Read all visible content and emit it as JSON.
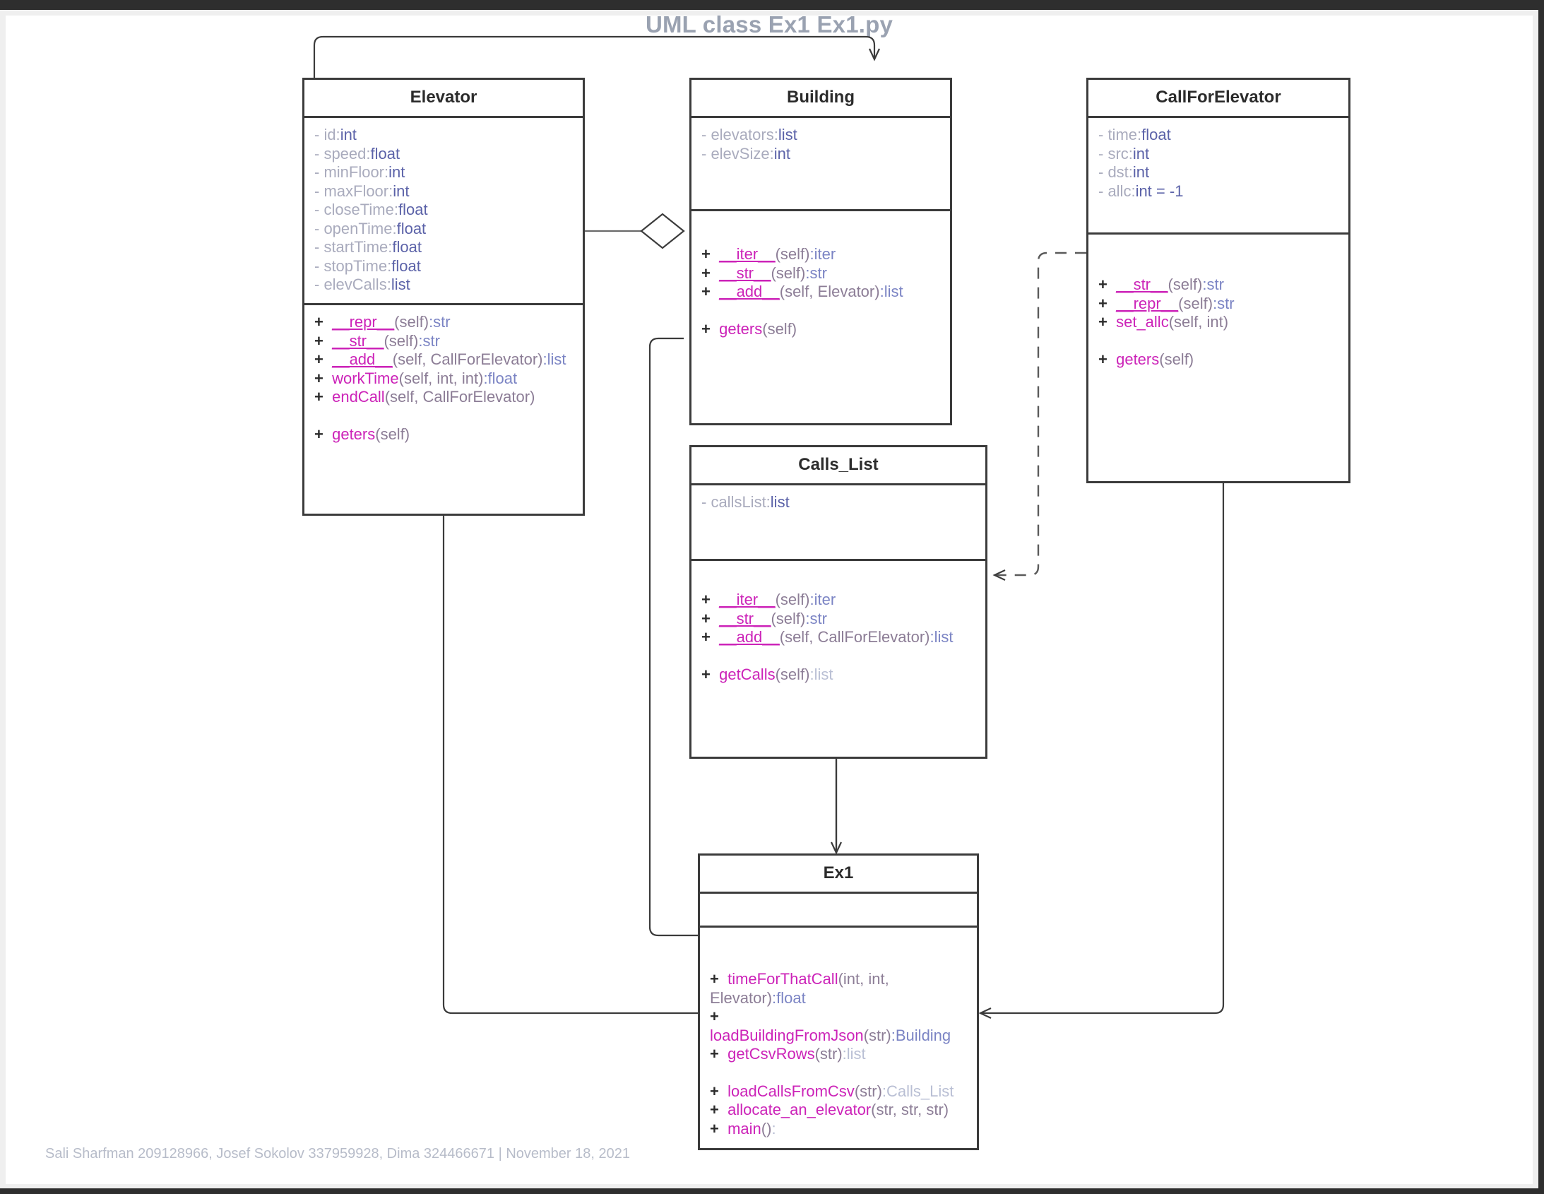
{
  "title": "UML class Ex1 Ex1.py",
  "footer": "Sali Sharfman 209128966, Josef Sokolov 337959928, Dima 324466671  |  November 18, 2021",
  "colors": {
    "frame": "#2e2e2e",
    "canvas": "#ffffff",
    "box_border": "#3b3b3b",
    "class_name": "#2b2b2b",
    "attr_name": "#a9abbd",
    "attr_type": "#5b62a8",
    "method_name": "#cc23b8",
    "method_params": "#8c7d96",
    "return_type": "#7b84c4",
    "return_type_light": "#b9bfd4",
    "title_text": "#9aa2b1",
    "footer_text": "#b7bcc9"
  },
  "classes": {
    "elevator": {
      "name": "Elevator",
      "attributes": [
        {
          "vis": "-",
          "name": "id",
          "type": "int"
        },
        {
          "vis": "-",
          "name": "speed",
          "type": "float"
        },
        {
          "vis": "-",
          "name": "minFloor",
          "type": "int"
        },
        {
          "vis": "-",
          "name": "maxFloor",
          "type": "int"
        },
        {
          "vis": "-",
          "name": "closeTime",
          "type": "float"
        },
        {
          "vis": "-",
          "name": "openTime",
          "type": "float"
        },
        {
          "vis": "-",
          "name": "startTime",
          "type": "float"
        },
        {
          "vis": "-",
          "name": "stopTime",
          "type": "float"
        },
        {
          "vis": "-",
          "name": "elevCalls",
          "type": "list"
        }
      ],
      "operations": [
        {
          "vis": "+",
          "name": "__repr__",
          "dunder": true,
          "params": "(self)",
          "ret": ":str"
        },
        {
          "vis": "+",
          "name": "__str__",
          "dunder": true,
          "params": "(self)",
          "ret": ":str"
        },
        {
          "vis": "+",
          "name": "__add__",
          "dunder": true,
          "params": "(self, CallForElevator)",
          "ret": ":list"
        },
        {
          "vis": "+",
          "name": "workTime",
          "dunder": false,
          "params": "(self, int, int)",
          "ret": ":float"
        },
        {
          "vis": "+",
          "name": "endCall",
          "dunder": false,
          "params": "(self, CallForElevator)",
          "ret": ""
        },
        {
          "gap": true
        },
        {
          "vis": "+",
          "name": "geters",
          "dunder": false,
          "params": "(self)",
          "ret": ""
        }
      ]
    },
    "building": {
      "name": "Building",
      "attributes": [
        {
          "vis": "-",
          "name": "elevators",
          "type": "list"
        },
        {
          "vis": "-",
          "name": "elevSize",
          "type": "int"
        }
      ],
      "operations": [
        {
          "vis": "+",
          "name": "__iter__",
          "dunder": true,
          "params": "(self)",
          "ret": ":iter"
        },
        {
          "vis": "+",
          "name": "__str__",
          "dunder": true,
          "params": "(self)",
          "ret": ":str"
        },
        {
          "vis": "+",
          "name": "__add__",
          "dunder": true,
          "params": "(self, Elevator)",
          "ret": ":list"
        },
        {
          "gap": true
        },
        {
          "vis": "+",
          "name": "geters",
          "dunder": false,
          "params": "(self)",
          "ret": ""
        }
      ]
    },
    "callforelevator": {
      "name": "CallForElevator",
      "attributes": [
        {
          "vis": "-",
          "name": "time",
          "type": "float"
        },
        {
          "vis": "-",
          "name": "src",
          "type": "int"
        },
        {
          "vis": "-",
          "name": "dst",
          "type": "int"
        },
        {
          "vis": "-",
          "name": "allc",
          "type": "int = -1"
        }
      ],
      "operations": [
        {
          "vis": "+",
          "name": "__str__",
          "dunder": true,
          "params": "(self)",
          "ret": ":str"
        },
        {
          "vis": "+",
          "name": "__repr__",
          "dunder": true,
          "params": "(self)",
          "ret": ":str"
        },
        {
          "vis": "+",
          "name": "set_allc",
          "dunder": false,
          "params": "(self, int)",
          "ret": ""
        },
        {
          "gap": true
        },
        {
          "vis": "+",
          "name": "geters",
          "dunder": false,
          "params": "(self)",
          "ret": ""
        }
      ]
    },
    "calls_list": {
      "name": "Calls_List",
      "attributes": [
        {
          "vis": "-",
          "name": "callsList",
          "type": "list"
        }
      ],
      "operations": [
        {
          "vis": "+",
          "name": "__iter__",
          "dunder": true,
          "params": "(self)",
          "ret": ":iter"
        },
        {
          "vis": "+",
          "name": "__str__",
          "dunder": true,
          "params": "(self)",
          "ret": ":str"
        },
        {
          "vis": "+",
          "name": "__add__",
          "dunder": true,
          "params": "(self, CallForElevator)",
          "ret": ":list"
        },
        {
          "gap": true
        },
        {
          "vis": "+",
          "name": "getCalls",
          "dunder": false,
          "params": "(self)",
          "ret": ":list",
          "retlight": true
        }
      ]
    },
    "ex1": {
      "name": "Ex1",
      "attributes": [],
      "operations": [
        {
          "vis": "+",
          "name": "timeForThatCall",
          "dunder": false,
          "params": "(int, int, Elevator)",
          "ret": ":float"
        },
        {
          "vis": "+",
          "name": "loadBuildingFromJson",
          "dunder": false,
          "params": "(str)",
          "ret": ":Building"
        },
        {
          "vis": "+",
          "name": "getCsvRows",
          "dunder": false,
          "params": "(str)",
          "ret": ":list",
          "retlight": true
        },
        {
          "gap": true
        },
        {
          "vis": "+",
          "name": "loadCallsFromCsv",
          "dunder": false,
          "params": "(str)",
          "ret": ":Calls_List",
          "retlight": true
        },
        {
          "vis": "+",
          "name": "allocate_an_elevator",
          "dunder": false,
          "params": "(str, str, str)",
          "ret": ""
        },
        {
          "vis": "+",
          "name": "main",
          "dunder": false,
          "params": "()",
          "ret": ":",
          "retlight": true
        }
      ]
    }
  },
  "relationships": [
    {
      "name": "elevator-to-callforelevator-association",
      "from": "Elevator",
      "to": "CallForElevator",
      "style": "solid",
      "arrow": "open"
    },
    {
      "name": "elevator-to-building-aggregation",
      "from": "Elevator",
      "to": "Building",
      "style": "solid",
      "arrow": "hollow-diamond"
    },
    {
      "name": "callforelevator-to-calls-list-dependency",
      "from": "CallForElevator",
      "to": "Calls_List",
      "style": "dashed",
      "arrow": "open"
    },
    {
      "name": "calls-list-to-ex1-association",
      "from": "Calls_List",
      "to": "Ex1",
      "style": "solid",
      "arrow": "open"
    },
    {
      "name": "building-to-ex1-association",
      "from": "Building",
      "to": "Ex1",
      "style": "solid",
      "arrow": "open"
    },
    {
      "name": "elevator-to-ex1-association",
      "from": "Elevator",
      "to": "Ex1",
      "style": "solid",
      "arrow": "open"
    },
    {
      "name": "callforelevator-to-ex1-association",
      "from": "CallForElevator",
      "to": "Ex1",
      "style": "solid",
      "arrow": "open"
    }
  ]
}
